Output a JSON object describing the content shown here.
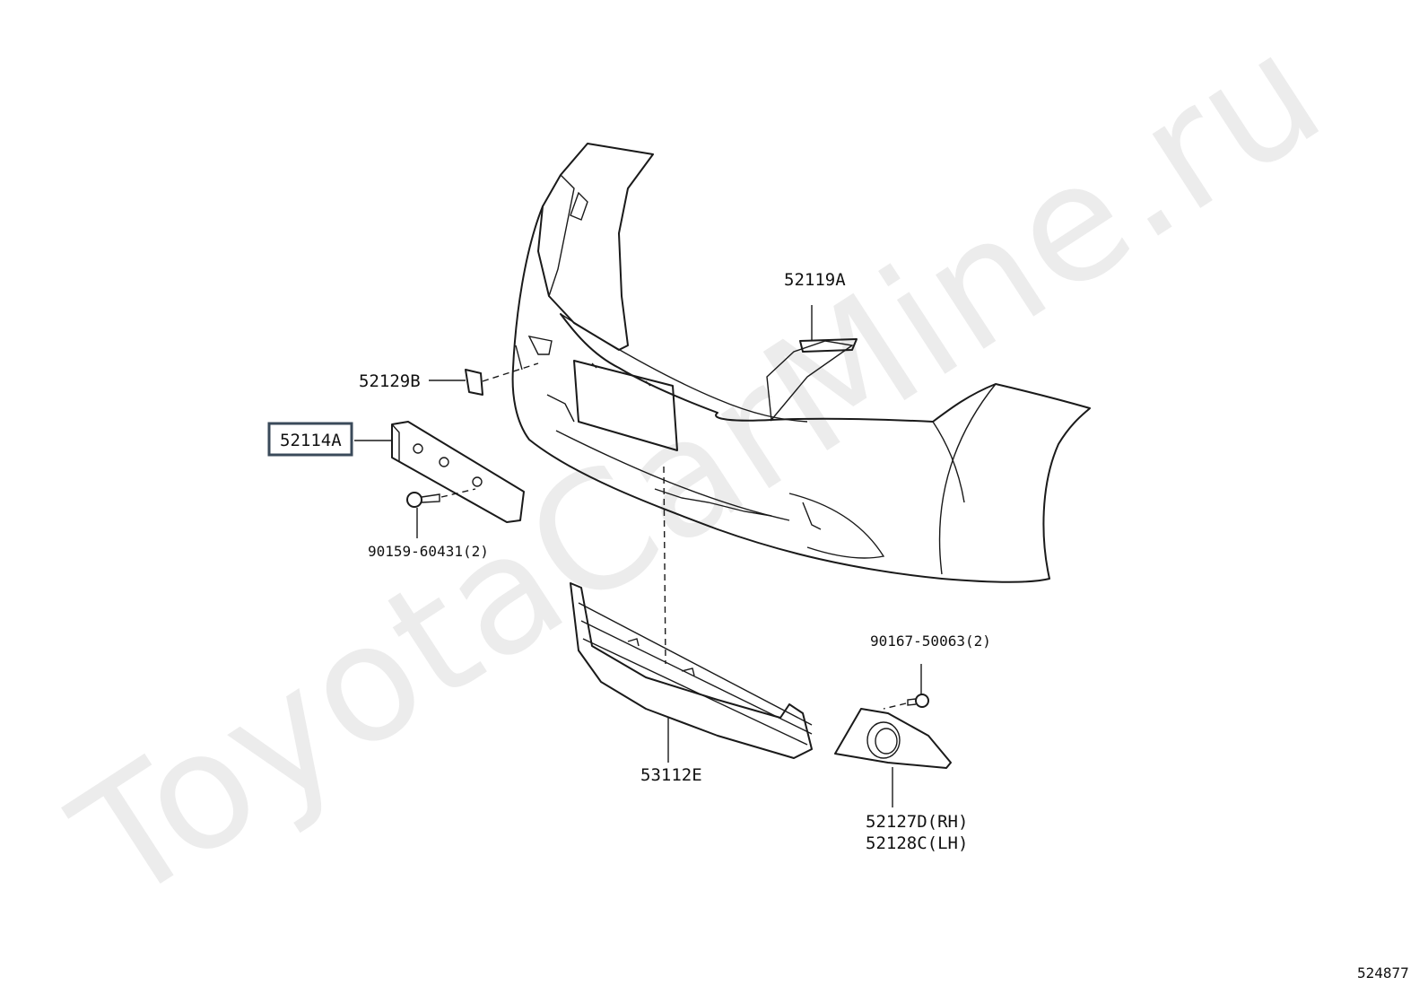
{
  "watermark": "ToyotaCarMine.ru",
  "diagram_id": "524877",
  "callouts": {
    "bumper_retainer": "52119A",
    "cap": "52129B",
    "reinforcement": "52114A",
    "screw_reinforcement": "90159-60431(2)",
    "lower_grille": "53112E",
    "screw_cover": "90167-50063(2)",
    "fog_cover_rh": "52127D(RH)",
    "fog_cover_lh": "52128C(LH)"
  },
  "highlighted_callout": "reinforcement"
}
